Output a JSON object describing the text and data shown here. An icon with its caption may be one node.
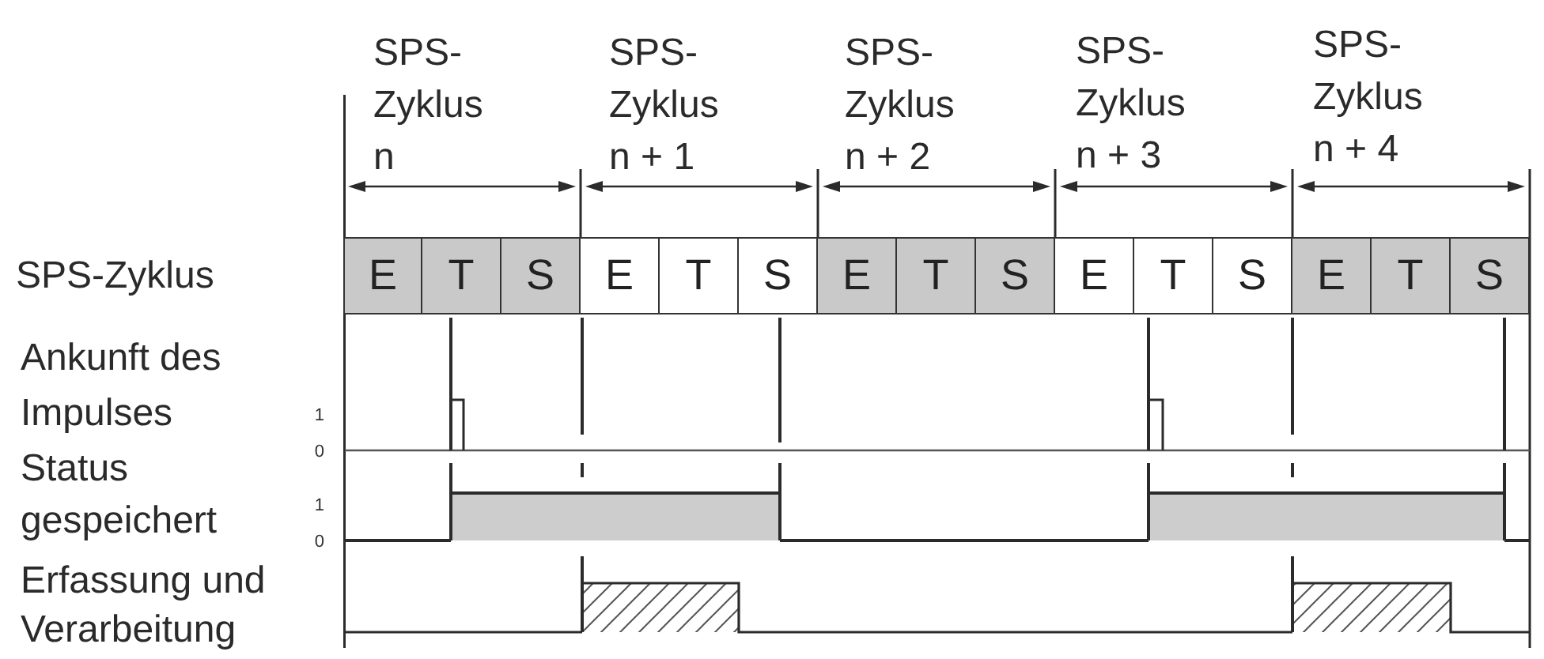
{
  "diagram": {
    "nodes": [
      {
        "text": [
          "E"
        ]
      },
      {
        "text": [
          "T"
        ]
      },
      {
        "text": [
          "S"
        ]
      },
      {
        "text": [
          "E"
        ]
      },
      {
        "text": [
          "T"
        ]
      },
      {
        "text": [
          "S"
        ]
      },
      {
        "text": [
          "E"
        ]
      },
      {
        "text": [
          "T"
        ]
      },
      {
        "text": [
          "S"
        ]
      },
      {
        "text": [
          "E"
        ]
      },
      {
        "text": [
          "T"
        ]
      },
      {
        "text": [
          "S"
        ]
      },
      {
        "text": [
          "E"
        ]
      },
      {
        "text": [
          "T"
        ]
      },
      {
        "text": [
          "S"
        ]
      }
    ],
    "labels": [
      "SPS-Zyklus n",
      "SPS-Zyklus n + 1",
      "SPS-Zyklus n + 2",
      "SPS-Zyklus n + 3",
      "SPS-Zyklus n + 4",
      "SPS-Zyklus",
      "Ankunft des Impulses",
      "1",
      "0",
      "Status gespeichert",
      "1",
      "0",
      "Erfassung und Verarbeitung"
    ]
  }
}
